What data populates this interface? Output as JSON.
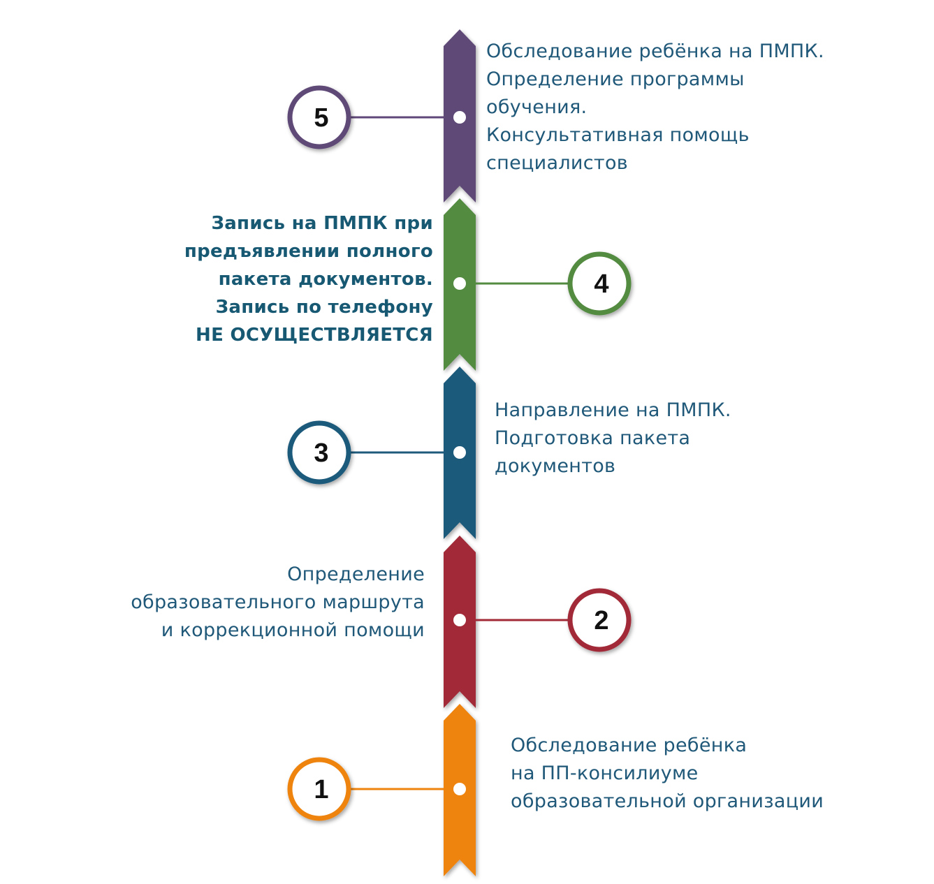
{
  "steps": [
    {
      "number": "1",
      "color": "#ee830e",
      "lines": [
        "Обследование ребёнка",
        "на ПП-консилиуме",
        "образовательной организации"
      ],
      "bold": false
    },
    {
      "number": "2",
      "color": "#a22a37",
      "lines": [
        "Определение",
        "образовательного маршрута",
        "и коррекционной помощи"
      ],
      "bold": false
    },
    {
      "number": "3",
      "color": "#1d5a7b",
      "lines": [
        "Направление на ПМПК.",
        "Подготовка пакета",
        "документов"
      ],
      "bold": false
    },
    {
      "number": "4",
      "color": "#538b41",
      "lines": [
        "Запись на ПМПК при",
        "предъявлении полного",
        "пакета документов.",
        "Запись по телефону",
        "НЕ ОСУЩЕСТВЛЯЕТСЯ"
      ],
      "bold": true
    },
    {
      "number": "5",
      "color": "#5f4877",
      "lines": [
        "Обследование ребёнка на ПМПК.",
        "Определение программы",
        "обучения.",
        "Консультативная помощь",
        "специалистов"
      ],
      "bold": false
    }
  ]
}
